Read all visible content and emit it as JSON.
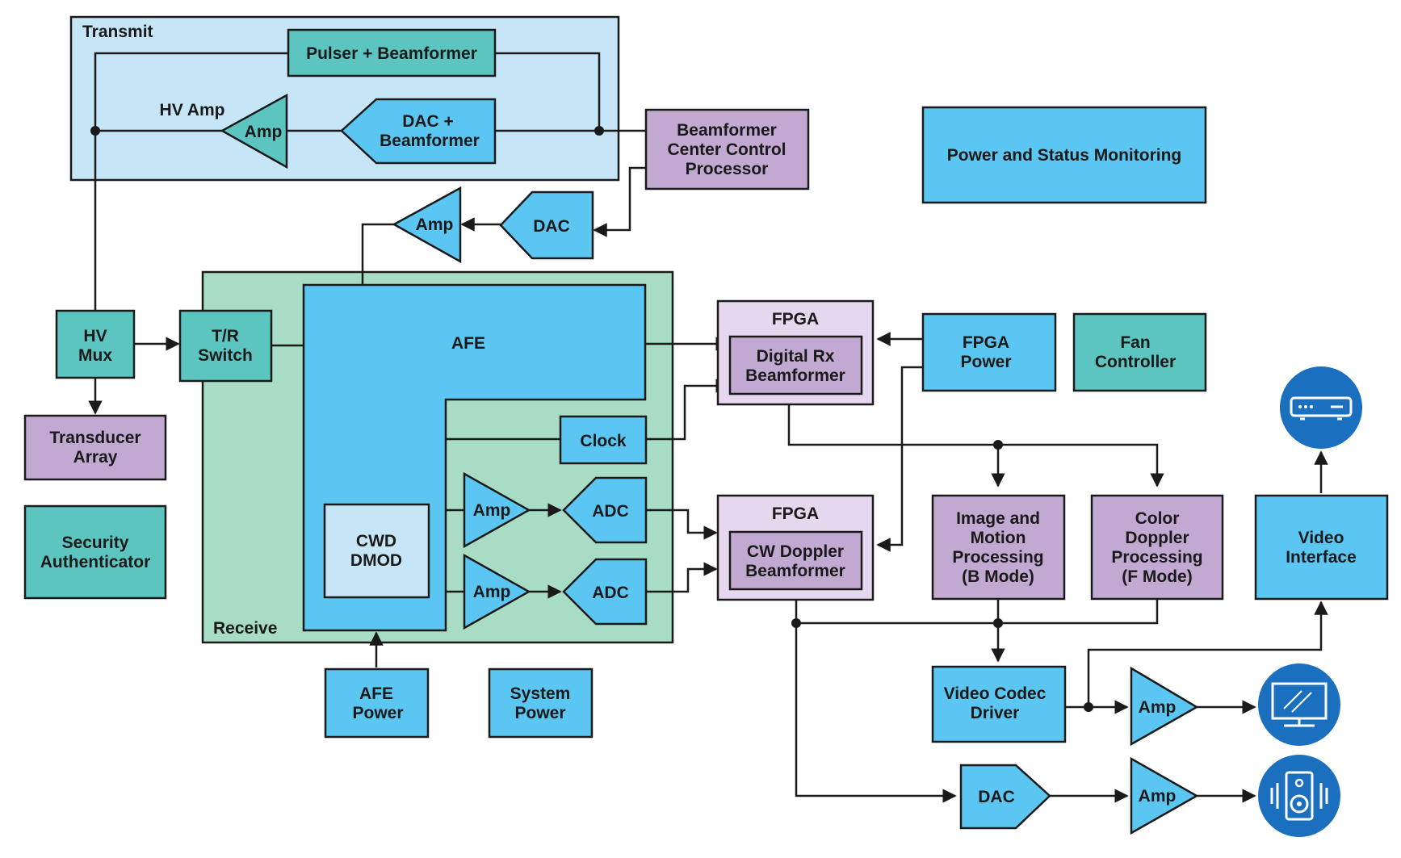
{
  "colors": {
    "light_blue_bg": "#c6e6f8",
    "blue": "#5cc6f2",
    "light_green_bg": "#a8dcc4",
    "teal": "#5dc5c0",
    "purple": "#c2a9d2",
    "light_purple": "#e5d8ee",
    "pale_blue": "#c6e6f8",
    "icon_circle": "#1a6fbe",
    "line": "#1a1a1a"
  },
  "labels": {
    "transmit": "Transmit",
    "receive": "Receive",
    "pulser": "Pulser + Beamformer",
    "hv_amp": "HV Amp",
    "amp": "Amp",
    "dac_bf_1": "DAC +",
    "dac_bf_2": "Beamformer",
    "bccp_1": "Beamformer",
    "bccp_2": "Center Control",
    "bccp_3": "Processor",
    "psm": "Power and Status Monitoring",
    "dac": "DAC",
    "hv_mux_1": "HV",
    "hv_mux_2": "Mux",
    "tr_1": "T/R",
    "tr_2": "Switch",
    "afe": "AFE",
    "clock": "Clock",
    "adc": "ADC",
    "cwd_1": "CWD",
    "cwd_2": "DMOD",
    "fpga": "FPGA",
    "drx_1": "Digital Rx",
    "drx_2": "Beamformer",
    "cwbf_1": "CW Doppler",
    "cwbf_2": "Beamformer",
    "fpga_power_1": "FPGA",
    "fpga_power_2": "Power",
    "fan_1": "Fan",
    "fan_2": "Controller",
    "transducer_1": "Transducer",
    "transducer_2": "Array",
    "security_1": "Security",
    "security_2": "Authenticator",
    "img_1": "Image and",
    "img_2": "Motion",
    "img_3": "Processing",
    "img_4": "(B Mode)",
    "color_1": "Color",
    "color_2": "Doppler",
    "color_3": "Processing",
    "color_4": "(F Mode)",
    "video_if_1": "Video",
    "video_if_2": "Interface",
    "codec_1": "Video Codec",
    "codec_2": "Driver",
    "afe_power_1": "AFE",
    "afe_power_2": "Power",
    "sys_power_1": "System",
    "sys_power_2": "Power"
  },
  "icons": [
    "set-top-box-icon",
    "monitor-icon",
    "speaker-icon"
  ]
}
